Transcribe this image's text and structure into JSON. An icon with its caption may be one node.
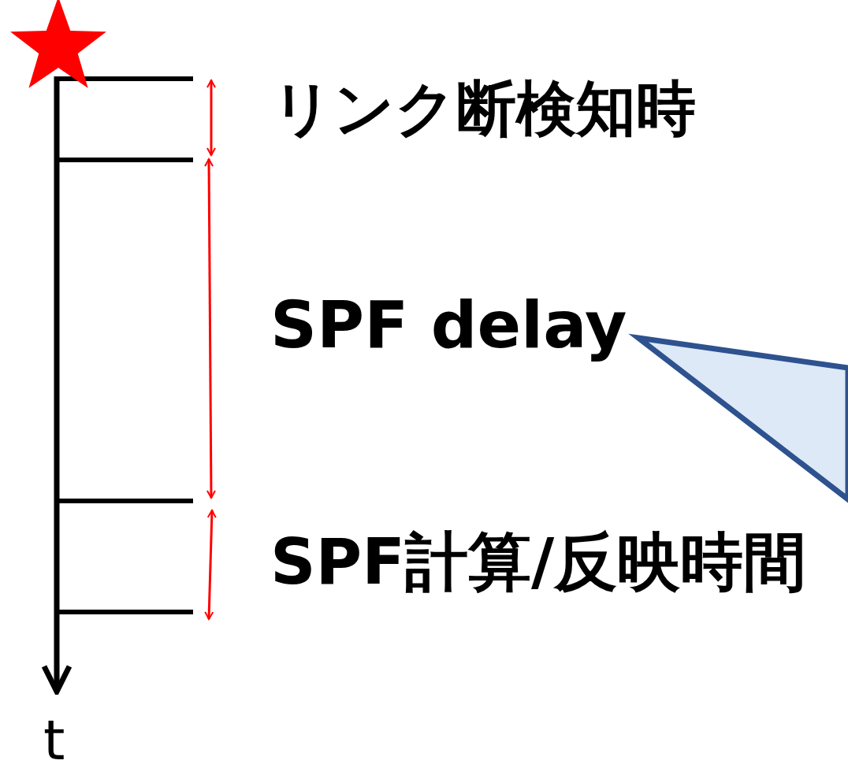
{
  "diagram": {
    "nodes": [
      {
        "text": [],
        "shape": "callout"
      }
    ],
    "labels": [
      "リンク断検知時",
      "SPF delay",
      "SPF計算/反映時間",
      "t"
    ]
  }
}
